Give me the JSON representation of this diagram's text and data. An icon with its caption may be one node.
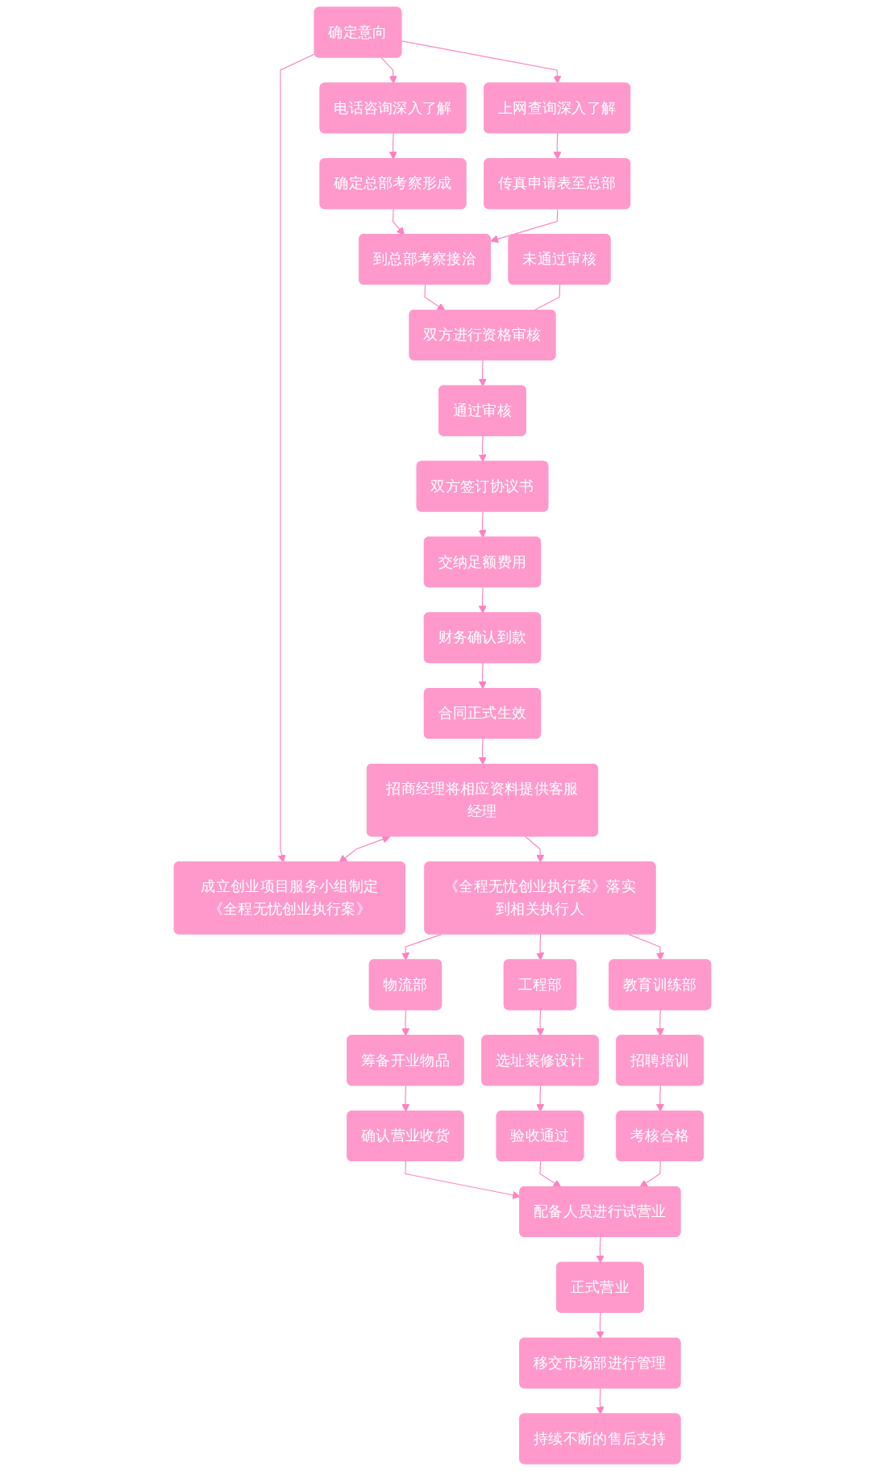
{
  "diagram": {
    "nodes": [
      {
        "text": [
          "确定意向"
        ]
      },
      {
        "text": [
          "成立创业项目服务小组制定《全程无忧创业执行案》"
        ]
      },
      {
        "text": [
          "电话咨询深入了解"
        ]
      },
      {
        "text": [
          "上网查询深入了解"
        ]
      },
      {
        "text": [
          "确定总部考察形成"
        ]
      },
      {
        "text": [
          "传真申请表至总部"
        ]
      },
      {
        "text": [
          "到总部考察接洽"
        ]
      },
      {
        "text": [
          "未通过审核"
        ]
      },
      {
        "text": [
          "双方进行资格审核"
        ]
      },
      {
        "text": [
          "通过审核"
        ]
      },
      {
        "text": [
          "双方签订协议书"
        ]
      },
      {
        "text": [
          "交纳足额费用"
        ]
      },
      {
        "text": [
          "财务确认到款"
        ]
      },
      {
        "text": [
          "合同正式生效"
        ]
      },
      {
        "text": [
          "招商经理将相应资料提供客服经理"
        ]
      },
      {
        "text": [
          "《全程无忧创业执行案》落实到相关执行人"
        ]
      },
      {
        "text": [
          "物流部"
        ]
      },
      {
        "text": [
          "工程部"
        ]
      },
      {
        "text": [
          "教育训练部"
        ]
      },
      {
        "text": [
          "筹备开业物品"
        ]
      },
      {
        "text": [
          "选址装修设计"
        ]
      },
      {
        "text": [
          "招聘培训"
        ]
      },
      {
        "text": [
          "确认营业收货"
        ]
      },
      {
        "text": [
          "验收通过"
        ]
      },
      {
        "text": [
          "考核合格"
        ]
      },
      {
        "text": [
          "配备人员进行试营业"
        ]
      },
      {
        "text": [
          "正式营业"
        ]
      },
      {
        "text": [
          "移交市场部进行管理"
        ]
      },
      {
        "text": [
          "持续不断的售后支持"
        ]
      }
    ],
    "edges": [
      {
        "from": 0,
        "to": 1,
        "arrow": "to"
      },
      {
        "from": 0,
        "to": 2,
        "arrow": "to"
      },
      {
        "from": 0,
        "to": 3,
        "arrow": "to"
      },
      {
        "from": 2,
        "to": 4,
        "arrow": "to"
      },
      {
        "from": 3,
        "to": 5,
        "arrow": "to"
      },
      {
        "from": 4,
        "to": 6,
        "arrow": "to"
      },
      {
        "from": 5,
        "to": 6,
        "arrow": "to"
      },
      {
        "from": 6,
        "to": 8,
        "arrow": "to"
      },
      {
        "from": 7,
        "to": 8,
        "arrow": "none"
      },
      {
        "from": 8,
        "to": 9,
        "arrow": "to"
      },
      {
        "from": 9,
        "to": 10,
        "arrow": "to"
      },
      {
        "from": 10,
        "to": 11,
        "arrow": "to"
      },
      {
        "from": 11,
        "to": 12,
        "arrow": "to"
      },
      {
        "from": 12,
        "to": 13,
        "arrow": "to"
      },
      {
        "from": 13,
        "to": 14,
        "arrow": "to"
      },
      {
        "from": 14,
        "to": 1,
        "arrow": "both"
      },
      {
        "from": 14,
        "to": 15,
        "arrow": "to"
      },
      {
        "from": 15,
        "to": 16,
        "arrow": "to"
      },
      {
        "from": 15,
        "to": 17,
        "arrow": "to"
      },
      {
        "from": 15,
        "to": 18,
        "arrow": "to"
      },
      {
        "from": 16,
        "to": 19,
        "arrow": "to"
      },
      {
        "from": 17,
        "to": 20,
        "arrow": "to"
      },
      {
        "from": 18,
        "to": 21,
        "arrow": "to"
      },
      {
        "from": 19,
        "to": 22,
        "arrow": "to"
      },
      {
        "from": 20,
        "to": 23,
        "arrow": "to"
      },
      {
        "from": 21,
        "to": 24,
        "arrow": "to"
      },
      {
        "from": 22,
        "to": 25,
        "arrow": "to"
      },
      {
        "from": 23,
        "to": 25,
        "arrow": "to"
      },
      {
        "from": 24,
        "to": 25,
        "arrow": "to"
      },
      {
        "from": 25,
        "to": 26,
        "arrow": "to"
      },
      {
        "from": 26,
        "to": 27,
        "arrow": "to"
      },
      {
        "from": 27,
        "to": 28,
        "arrow": "to"
      }
    ]
  }
}
